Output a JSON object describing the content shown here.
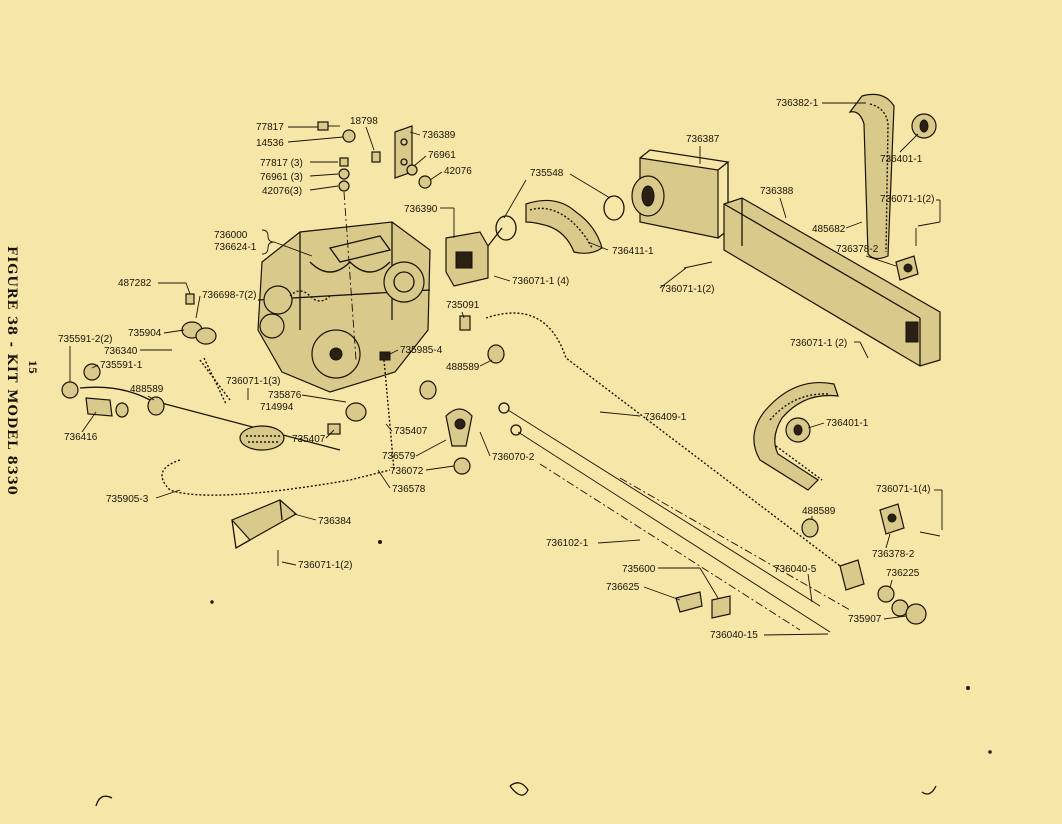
{
  "figure": {
    "caption": "FIGURE 38 - KIT MODEL 8330",
    "page_number": "15"
  },
  "labels": {
    "p77817": "77817",
    "p14536": "14536",
    "p18798": "18798",
    "p736389": "736389",
    "p77817_3": "77817 (3)",
    "p76961_3": "76961 (3)",
    "p42076_3": "42076(3)",
    "p76961": "76961",
    "p42076": "42076",
    "p736000": "736000",
    "p736624_1": "736624-1",
    "p736390": "736390",
    "p735548": "735548",
    "p736387": "736387",
    "p736382_1": "736382-1",
    "p736401_1_top": "736401-1",
    "p736388": "736388",
    "p736071_1_2_right": "736071-1(2)",
    "p485682": "485682",
    "p736378_2_top": "736378-2",
    "p736411_1": "736411-1",
    "p736071_1_4_top": "736071-1 (4)",
    "p736071_1_2_mid": "736071-1(2)",
    "p487282": "487282",
    "p736698_7_2": "736698-7(2)",
    "p735904": "735904",
    "p735091": "735091",
    "p735591_2_2": "735591-2(2)",
    "p736340": "736340",
    "p735591_1": "735591-1",
    "p735985_4": "735985-4",
    "p736071_1_2_bracket": "736071-1 (2)",
    "p488589_mid": "488589",
    "p736071_1_3": "736071-1(3)",
    "p488589_left": "488589",
    "p735876": "735876",
    "p714994": "714994",
    "p736416": "736416",
    "p735407_a": "735407",
    "p735407_b": "735407",
    "p736409_1": "736409-1",
    "p736401_1_low": "736401-1",
    "p736579": "736579",
    "p736070_2": "736070-2",
    "p736072": "736072",
    "p736578": "736578",
    "p735905_3": "735905-3",
    "p736071_1_4_low": "736071-1(4)",
    "p488589_right": "488589",
    "p736384": "736384",
    "p736378_2_low": "736378-2",
    "p736102_1": "736102-1",
    "p736071_1_2_bottom": "736071-1(2)",
    "p735600": "735600",
    "p736040_5": "736040-5",
    "p736225": "736225",
    "p736625": "736625",
    "p735907": "735907",
    "p736040_15": "736040-15"
  }
}
